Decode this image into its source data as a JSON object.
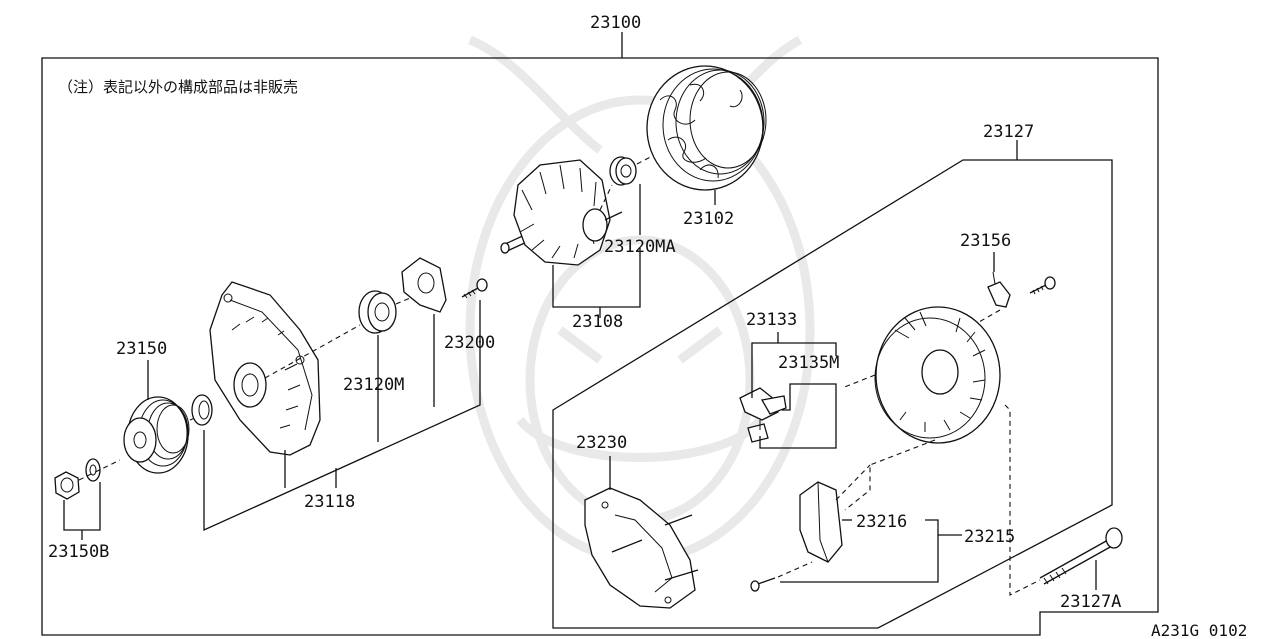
{
  "note": "（注）表記以外の構成部品は非販売",
  "drawing_code": "A231G 0102",
  "parts": {
    "p23100": "23100",
    "p23127": "23127",
    "p23102": "23102",
    "p23120MA": "23120MA",
    "p23156": "23156",
    "p23108": "23108",
    "p23133": "23133",
    "p23200": "23200",
    "p23150": "23150",
    "p23135M": "23135M",
    "p23120M": "23120M",
    "p23230": "23230",
    "p23118": "23118",
    "p23216": "23216",
    "p23215": "23215",
    "p23150B": "23150B",
    "p23127A": "23127A"
  }
}
